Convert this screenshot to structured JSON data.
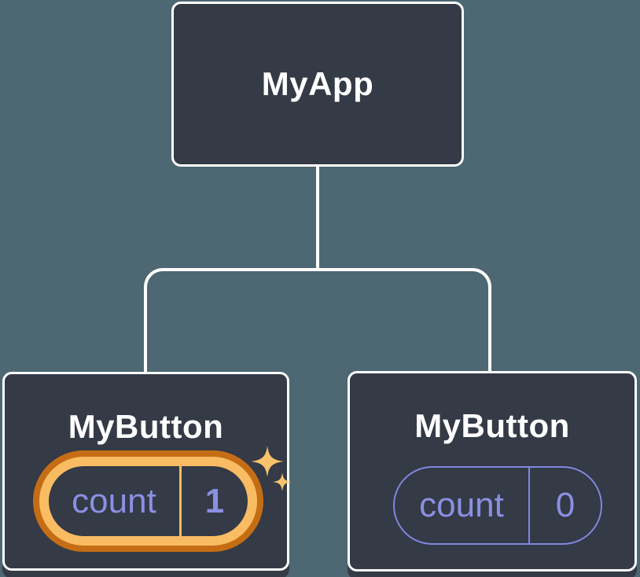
{
  "diagram": {
    "description": "React component tree with isolated state",
    "root": {
      "label": "MyApp"
    },
    "children": [
      {
        "label": "MyButton",
        "state": {
          "key": "count",
          "value": "1"
        },
        "highlighted": true,
        "icon": "sparkles-icon"
      },
      {
        "label": "MyButton",
        "state": {
          "key": "count",
          "value": "0"
        },
        "highlighted": false
      }
    ]
  },
  "colors": {
    "background": "#4D6872",
    "node_fill": "#343A46",
    "node_border": "#FFFFFF",
    "connector": "#FFFFFF",
    "highlight_ring_outer": "#C56D15",
    "highlight_ring_inner": "#F9BC62",
    "state_text": "#8A90E2",
    "plain_pill_border": "#7F87E0",
    "sparkle": "#FBC26D"
  }
}
